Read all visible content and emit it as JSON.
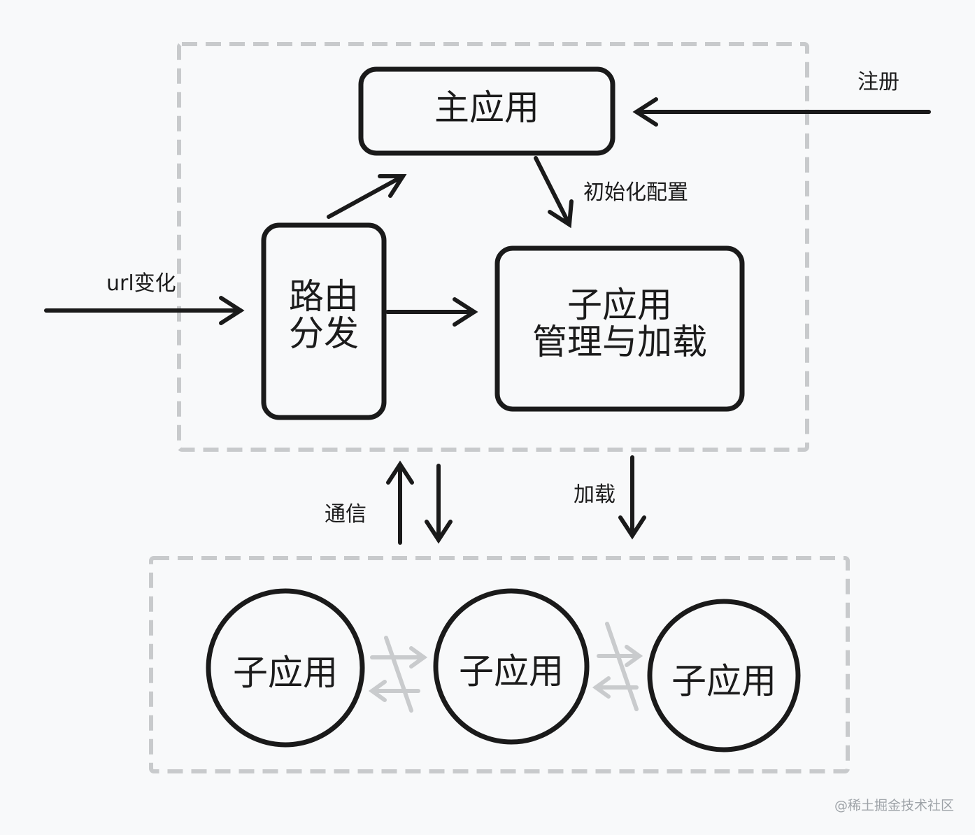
{
  "nodes": {
    "main_app": "主应用",
    "router_line1": "路由",
    "router_line2": "分发",
    "manager_line1": "子应用",
    "manager_line2": "管理与加载",
    "sub_app_1": "子应用",
    "sub_app_2": "子应用",
    "sub_app_3": "子应用"
  },
  "edges": {
    "register": "注册",
    "init_config": "初始化配置",
    "url_change": "url变化",
    "communication": "通信",
    "load": "加载"
  },
  "watermark": "@稀土掘金技术社区",
  "colors": {
    "stroke": "#1a1a1a",
    "dashed_border": "#c8cacc",
    "faded_arrow": "#c9cbcd",
    "background": "#f8f9fa"
  }
}
